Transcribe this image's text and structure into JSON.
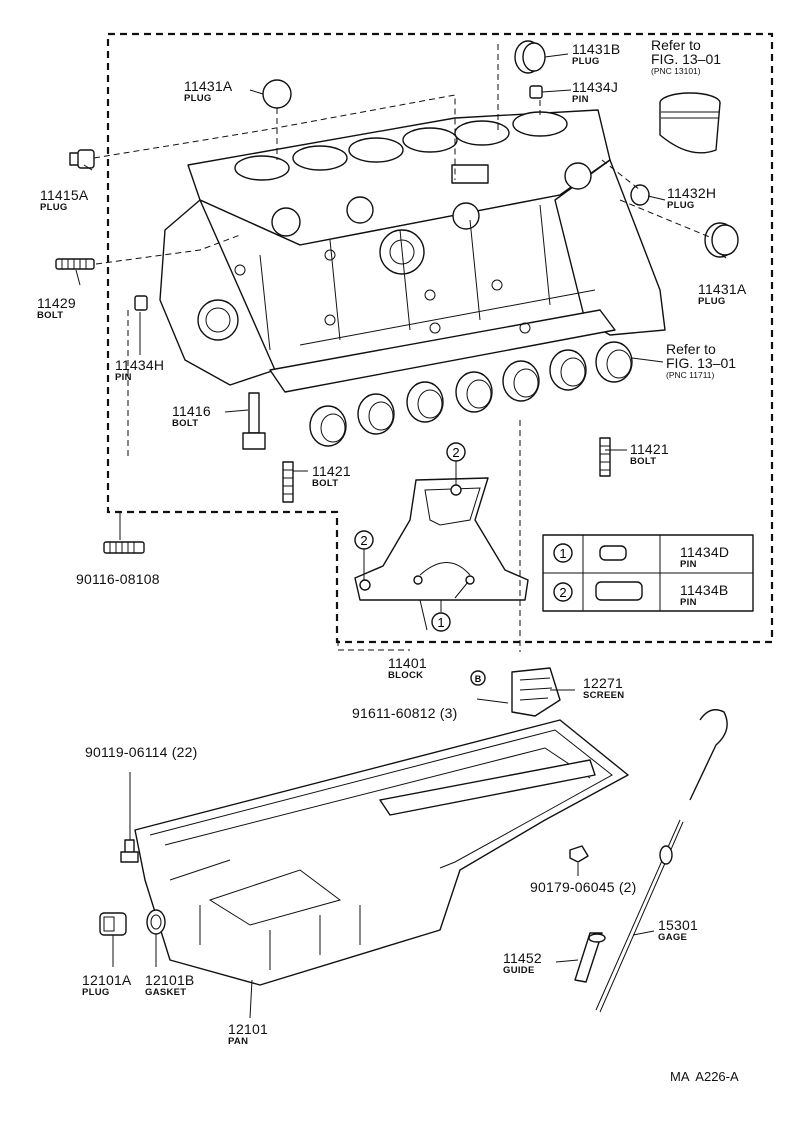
{
  "parts": {
    "p11431B": {
      "number": "11431B",
      "name": "PLUG"
    },
    "p11434J": {
      "number": "11434J",
      "name": "PIN"
    },
    "p11431A_top": {
      "number": "11431A",
      "name": "PLUG"
    },
    "p11415A": {
      "number": "11415A",
      "name": "PLUG"
    },
    "p11432H": {
      "number": "11432H",
      "name": "PLUG"
    },
    "p11431A_right": {
      "number": "11431A",
      "name": "PLUG"
    },
    "p11429": {
      "number": "11429",
      "name": "BOLT"
    },
    "p11434H": {
      "number": "11434H",
      "name": "PIN"
    },
    "p11416": {
      "number": "11416",
      "name": "BOLT"
    },
    "p11421_right": {
      "number": "11421",
      "name": "BOLT"
    },
    "p11421_left": {
      "number": "11421",
      "name": "BOLT"
    },
    "p90116": {
      "number": "90116-08108",
      "name": ""
    },
    "p11401": {
      "number": "11401",
      "name": "BLOCK"
    },
    "p12271": {
      "number": "12271",
      "name": "SCREEN"
    },
    "p91611": {
      "number": "91611-60812 (3)",
      "name": ""
    },
    "p90119": {
      "number": "90119-06114 (22)",
      "name": ""
    },
    "p90179": {
      "number": "90179-06045 (2)",
      "name": ""
    },
    "p15301": {
      "number": "15301",
      "name": "GAGE"
    },
    "p11452": {
      "number": "11452",
      "name": "GUIDE"
    },
    "p12101A": {
      "number": "12101A",
      "name": "PLUG"
    },
    "p12101B": {
      "number": "12101B",
      "name": "GASKET"
    },
    "p12101": {
      "number": "12101",
      "name": "PAN"
    }
  },
  "refs": {
    "piston": {
      "line1": "Refer to",
      "line2": "FIG. 13–01",
      "pnc": "(PNC 13101)"
    },
    "bearing": {
      "line1": "Refer to",
      "line2": "FIG. 13–01",
      "pnc": "(PNC 11711)"
    }
  },
  "pin_legend": [
    {
      "callout": "1",
      "number": "11434D",
      "name": "PIN"
    },
    {
      "callout": "2",
      "number": "11434B",
      "name": "PIN"
    }
  ],
  "callouts": {
    "one": "1",
    "two": "2",
    "b": "B"
  },
  "catalog_code": "MA  A226-A"
}
